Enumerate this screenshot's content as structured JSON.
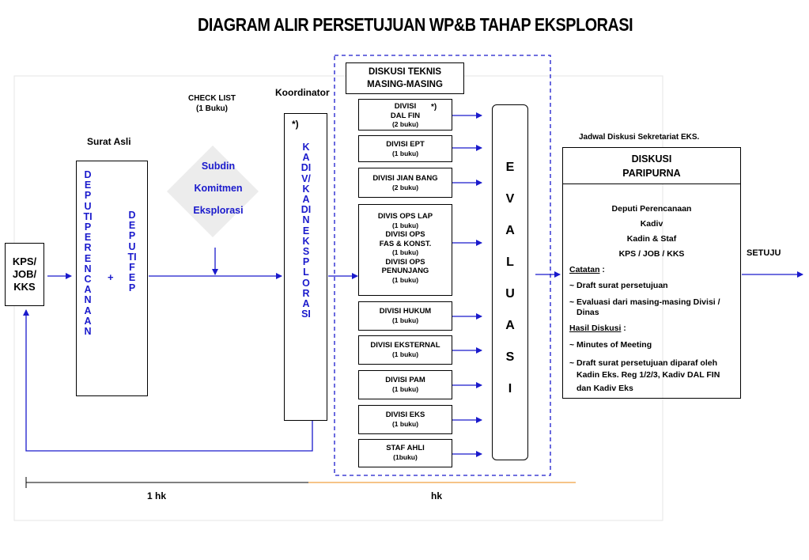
{
  "title": "DIAGRAM ALIR PERSETUJUAN WP&B TAHAP EKSPLORASI",
  "kps_box": "KPS/ JOB/ KKS",
  "surat_asli": "Surat Asli",
  "deputi_perencanaan_letters": "DEPUTI PERENCANAAN",
  "plus": "+",
  "deputi_fep_letters": "DEPUTI FEP",
  "check_list": {
    "title": "CHECK LIST",
    "sub": "(1 Buku)"
  },
  "subdin": "Subdin Komitmen Eksplorasi",
  "koordinator": "Koordinator",
  "kadiv_asterisk": "*)",
  "kadiv_letters": "KADIV/KADIN EKSPLORASI",
  "diskusi_teknis": "DISKUSI TEKNIS MASING-MASING",
  "divisions": [
    {
      "lines": [
        "DIVISI",
        "DAL FIN"
      ],
      "sub": "(2 buku)",
      "note": "*)"
    },
    {
      "lines": [
        "DIVISI EPT"
      ],
      "sub": "(1 buku)"
    },
    {
      "lines": [
        "DIVISI  JIAN BANG"
      ],
      "sub": "(2 buku)"
    },
    {
      "lines": [
        "DIVIS OPS LAP"
      ],
      "sub": "(1 buku)",
      "extra": [
        {
          "lines": [
            "DIVISI OPS",
            "FAS & KONST."
          ],
          "sub": "(1 buku)"
        },
        {
          "lines": [
            "DIVISI OPS",
            "PENUNJANG"
          ],
          "sub": "(1 buku)"
        }
      ]
    },
    {
      "lines": [
        "DIVISI HUKUM"
      ],
      "sub": "(1 buku)"
    },
    {
      "lines": [
        "DIVISI  EKSTERNAL"
      ],
      "sub": "(1 buku)"
    },
    {
      "lines": [
        "DIVISI  PAM"
      ],
      "sub": "(1 buku)"
    },
    {
      "lines": [
        "DIVISI  EKS"
      ],
      "sub": "(1 buku)"
    },
    {
      "lines": [
        "STAF  AHLI"
      ],
      "sub": "(1buku)"
    }
  ],
  "evaluasi_letters": "EVALUASI",
  "jadwal": "Jadwal Diskusi Sekretariat EKS.",
  "paripurna": "DISKUSI PARIPURNA",
  "paripurna_body": {
    "participants": [
      "Deputi Perencanaan",
      "Kadiv",
      "Kadin & Staf",
      "KPS / JOB / KKS"
    ],
    "catatan_label": "Catatan",
    "catatan_suffix": " :",
    "catatan_items": [
      "~ Draft surat persetujuan",
      "~ Evaluasi dari masing-masing Divisi /",
      "Dinas"
    ],
    "hasil_label": "Hasil Diskusi",
    "hasil_suffix": " :",
    "hasil_items": [
      "~ Minutes of Meeting",
      "~ Draft surat persetujuan diparaf oleh",
      "Kadin Eks. Reg 1/2/3, Kadiv DAL FIN",
      "dan Kadiv Eks"
    ]
  },
  "setuju": "SETUJU",
  "timeline": {
    "left_label": "1 hk",
    "right_label": "hk"
  },
  "colors": {
    "arrow": "#1a1acc",
    "dash_border": "#1a1acc",
    "diamond": "#ececec",
    "timeline_right": "#f0a040"
  }
}
